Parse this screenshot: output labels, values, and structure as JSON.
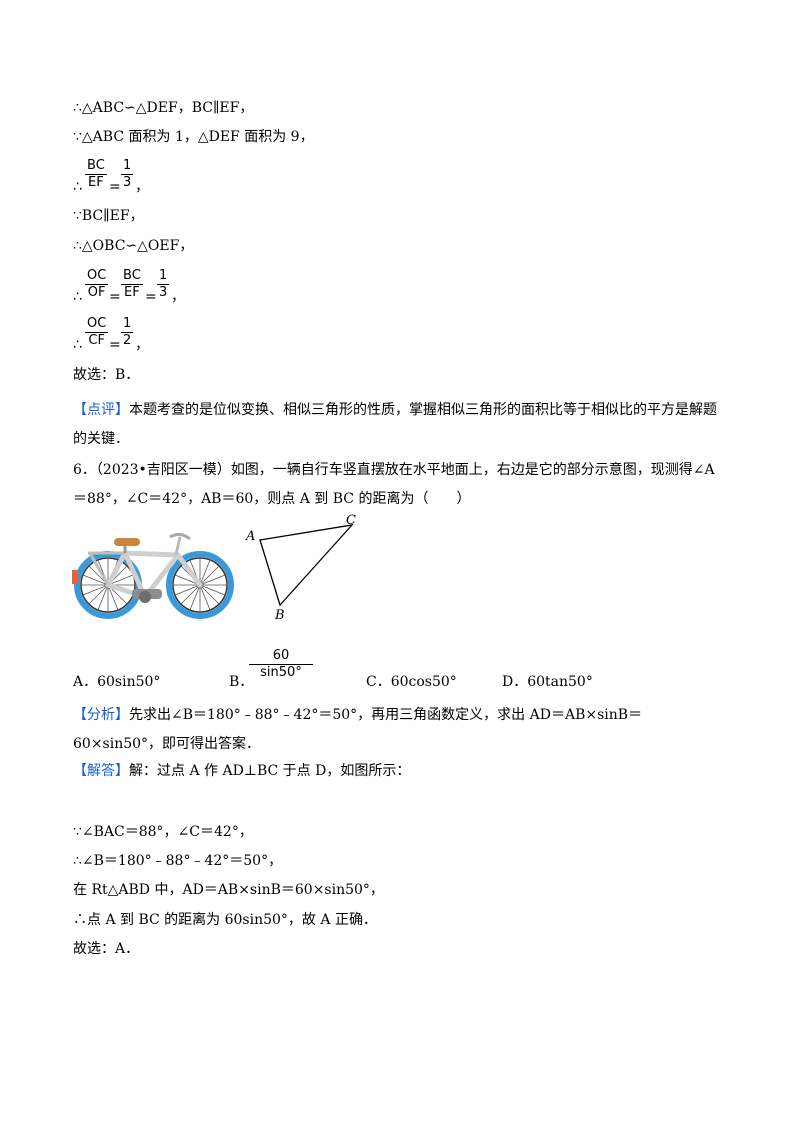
{
  "lines": {
    "l1": "∴△ABC∽△DEF，BC∥EF，",
    "l2": "∵△ABC 面积为 1，△DEF 面积为 9，",
    "l4": "∵BC∥EF，",
    "l5": "∴△OBC∽△OEF，",
    "l8": "故选：B．"
  },
  "frac1": {
    "prefix": "∴",
    "n1": "BC",
    "d1": "EF",
    "eq": "=",
    "n2": "1",
    "d2": "3",
    "suffix": "，"
  },
  "frac2": {
    "prefix": "∴",
    "n1": "OC",
    "d1": "OF",
    "eq1": "=",
    "n2": "BC",
    "d2": "EF",
    "eq2": "=",
    "n3": "1",
    "d3": "3",
    "suffix": "，"
  },
  "frac3": {
    "prefix": "∴",
    "n1": "OC",
    "d1": "CF",
    "eq": "=",
    "n2": "1",
    "d2": "2",
    "suffix": "，"
  },
  "comment": {
    "tag": "【点评】",
    "text": "本题考查的是位似变换、相似三角形的性质，掌握相似三角形的面积比等于相似比的平方是解题的关键．"
  },
  "question": {
    "number": "6．",
    "source": "（2023•吉阳区一模）",
    "text": "如图，一辆自行车竖直摆放在水平地面上，右边是它的部分示意图，现测得∠A＝88°，∠C＝42°，AB＝60，则点 A 到 BC 的距离为（　　）"
  },
  "figure": {
    "label_a": "A",
    "label_b": "B",
    "label_c": "C"
  },
  "options": {
    "a": "A．60sin50°",
    "b_label": "B．",
    "b_num": "60",
    "b_den": "sin50°",
    "c": "C．60cos50°",
    "d": "D．60tan50°"
  },
  "analysis": {
    "tag": "【分析】",
    "text": "先求出∠B＝180°﹣88°﹣42°＝50°，再用三角函数定义，求出 AD＝AB×sinB＝60×sin50°，即可得出答案．"
  },
  "solution": {
    "tag": "【解答】",
    "text": "解：过点 A 作 AD⊥BC 于点 D，如图所示：",
    "s1": "∵∠BAC＝88°，∠C＝42°，",
    "s2": "∴∠B＝180°﹣88°﹣42°＝50°，",
    "s3": "在 Rt△ABD 中，AD＝AB×sinB＝60×sin50°，",
    "s4": "∴点 A 到 BC 的距离为 60sin50°，故 A 正确．",
    "s5": "故选：A．"
  },
  "colors": {
    "tag": "#1a5fd6",
    "tire": "#3a9ad9",
    "frame": "#dcdcdc",
    "seat": "#c8863a",
    "reflector": "#e8603c"
  }
}
